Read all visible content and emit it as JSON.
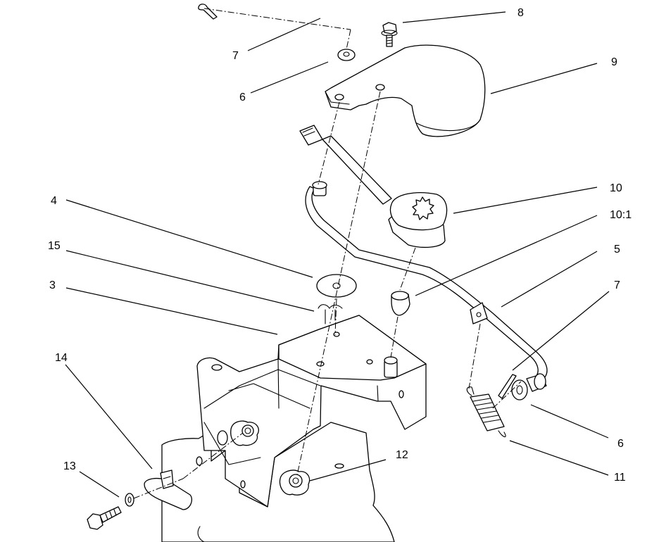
{
  "callouts": {
    "c3": "3",
    "c4": "4",
    "c5": "5",
    "c6_top": "6",
    "c6_right": "6",
    "c7_top": "7",
    "c7_right": "7",
    "c8": "8",
    "c9": "9",
    "c10": "10",
    "c10_1": "10:1",
    "c11": "11",
    "c12": "12",
    "c13": "13",
    "c14": "14",
    "c15": "15"
  }
}
